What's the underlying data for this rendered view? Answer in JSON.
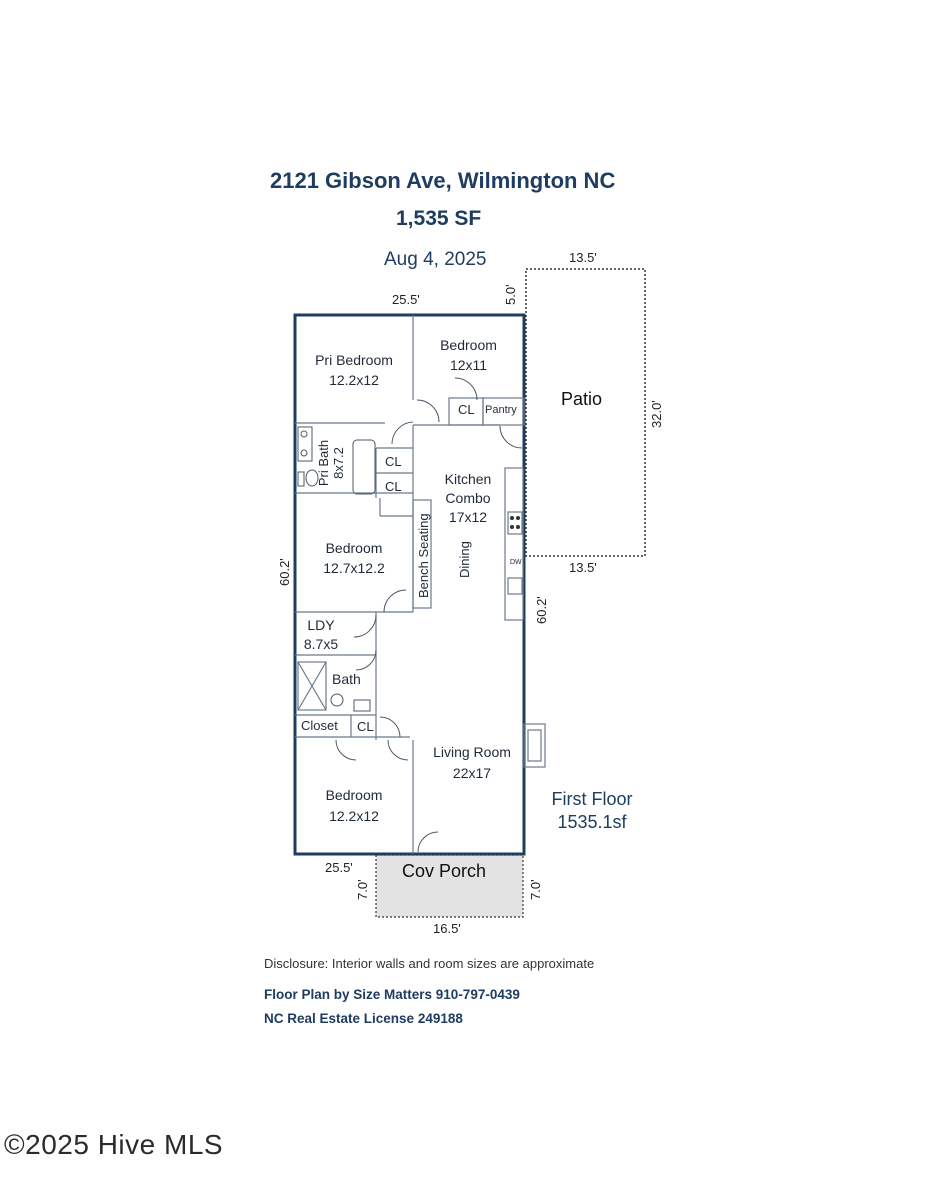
{
  "header": {
    "address": "2121 Gibson Ave, Wilmington NC",
    "area": "1,535 SF",
    "date": "Aug 4, 2025"
  },
  "rooms": {
    "pri_bedroom": {
      "name": "Pri Bedroom",
      "size": "12.2x12"
    },
    "bedroom_top": {
      "name": "Bedroom",
      "size": "12x11"
    },
    "closet_cl1": "CL",
    "pantry": "Pantry",
    "pri_bath": {
      "name": "Pri Bath",
      "size": "8x7.2"
    },
    "cl_a": "CL",
    "cl_b": "CL",
    "kitchen": {
      "name": "Kitchen",
      "name2": "Combo",
      "size": "17x12"
    },
    "bench": "Bench Seating",
    "dining": "Dining",
    "bedroom_mid": {
      "name": "Bedroom",
      "size": "12.7x12.2"
    },
    "ldy": {
      "name": "LDY",
      "size": "8.7x5"
    },
    "bath": "Bath",
    "closet": "Closet",
    "cl_c": "CL",
    "living": {
      "name": "Living Room",
      "size": "22x17"
    },
    "bedroom_bot": {
      "name": "Bedroom",
      "size": "12.2x12"
    },
    "patio": "Patio",
    "porch": "Cov Porch",
    "floor_label": "First Floor",
    "floor_area": "1535.1sf",
    "dw": "DW"
  },
  "dimensions": {
    "top_width": "25.5'",
    "bottom_width": "25.5'",
    "left_height": "60.2'",
    "right_height": "60.2'",
    "patio_top": "13.5'",
    "patio_bottom": "13.5'",
    "patio_side": "32.0'",
    "patio_offset": "5.0'",
    "porch_left": "7.0'",
    "porch_right": "7.0'",
    "porch_width": "16.5'"
  },
  "footer": {
    "disclosure": "Disclosure: Interior walls and room sizes are approximate",
    "credit1": "Floor Plan by Size Matters 910-797-0439",
    "credit2": "NC Real Estate License 249188",
    "copyright": "©2025 Hive MLS"
  },
  "colors": {
    "wall": "#1f3c61",
    "porch_fill": "#e3e3e3",
    "text": "#1f3c61"
  }
}
